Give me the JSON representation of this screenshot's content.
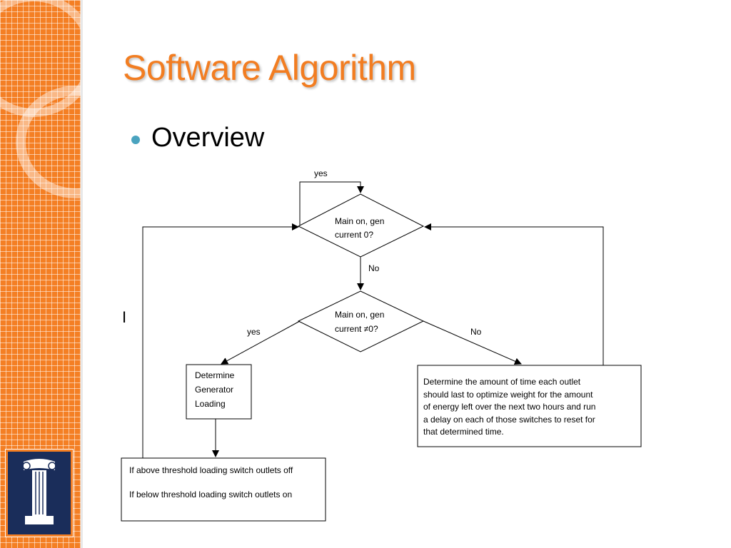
{
  "slide": {
    "title": "Software Algorithm",
    "bullet": "Overview",
    "stray_mark": "I"
  },
  "flowchart": {
    "decision1": {
      "line1": "Main on, gen",
      "line2": "current 0?"
    },
    "decision2": {
      "line1": "Main on, gen",
      "line2": "current ≠0?"
    },
    "process_generator": {
      "lines": [
        "Determine",
        "Generator",
        "Loading"
      ]
    },
    "process_timing": {
      "lines": [
        "Determine the amount of time each outlet",
        "should last to optimize weight for the amount",
        "of energy left over the next two hours and run",
        "a delay on each of those switches to reset for",
        "that determined time."
      ]
    },
    "process_threshold": {
      "line1": "If above threshold loading switch outlets off",
      "line2": "If below threshold loading switch outlets on"
    },
    "labels": {
      "loop_yes": "yes",
      "no_down": "No",
      "left_yes": "yes",
      "right_no": "No"
    }
  },
  "colors": {
    "accent_orange": "#f47f24",
    "title_orange": "#f27d21",
    "bullet_teal": "#4aa3bf",
    "logo_navy": "#1a2d5a"
  }
}
